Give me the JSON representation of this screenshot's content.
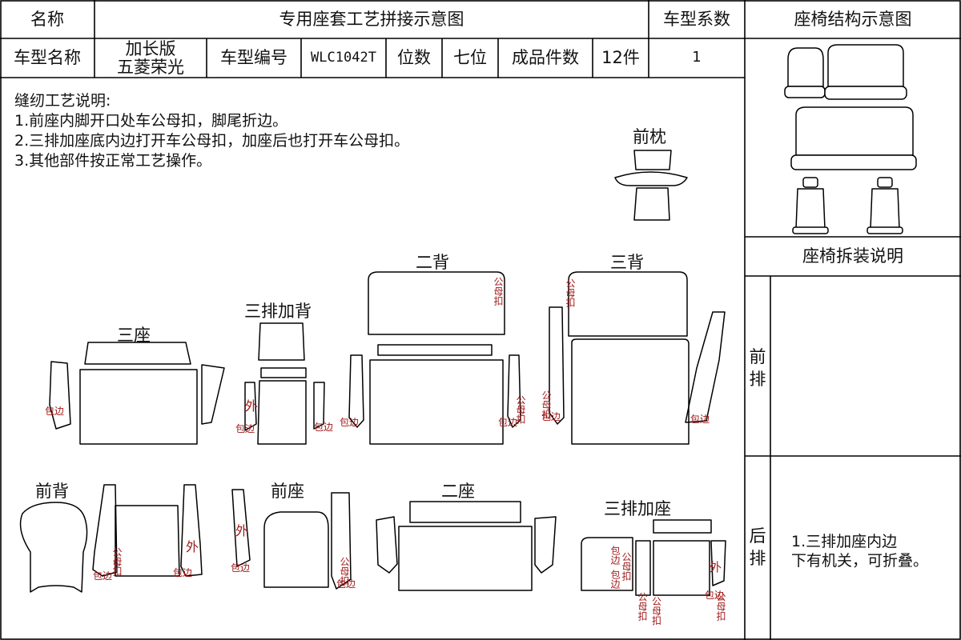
{
  "header": {
    "name_label": "名称",
    "title": "专用座套工艺拼接示意图",
    "coef_label": "车型系数",
    "struct_title": "座椅结构示意图"
  },
  "info": {
    "model_label": "车型名称",
    "model_line1": "加长版",
    "model_line2": "五菱荣光",
    "code_label": "车型编号",
    "code_value": "WLC1042T",
    "seats_label": "位数",
    "seats_value": "七位",
    "pieces_label": "成品件数",
    "pieces_value": "12件",
    "coef_value": "1"
  },
  "notes": {
    "title": "缝纫工艺说明:",
    "line1": "1.前座内脚开口处车公母扣，脚尾折边。",
    "line2": "2.三排加座底内边打开车公母扣，加座后也打开车公母扣。",
    "line3": "3.其他部件按正常工艺操作。"
  },
  "pieces": {
    "front_pillow": "前枕",
    "second_back": "二背",
    "third_back": "三背",
    "third_extra_back": "三排加背",
    "third_seat": "三座",
    "front_back": "前背",
    "front_seat": "前座",
    "second_seat": "二座",
    "third_extra_seat": "三排加座"
  },
  "marks": {
    "wrap_edge": "包边",
    "male_female": "公母扣",
    "outer": "外",
    "male": "公",
    "female": "母",
    "buckle": "扣"
  },
  "side": {
    "disassembly_title": "座椅拆装说明",
    "front_row": "前排",
    "rear_row": "后排",
    "rear_note_line1": "1.三排加座内边",
    "rear_note_line2": "下有机关，可折叠。"
  }
}
